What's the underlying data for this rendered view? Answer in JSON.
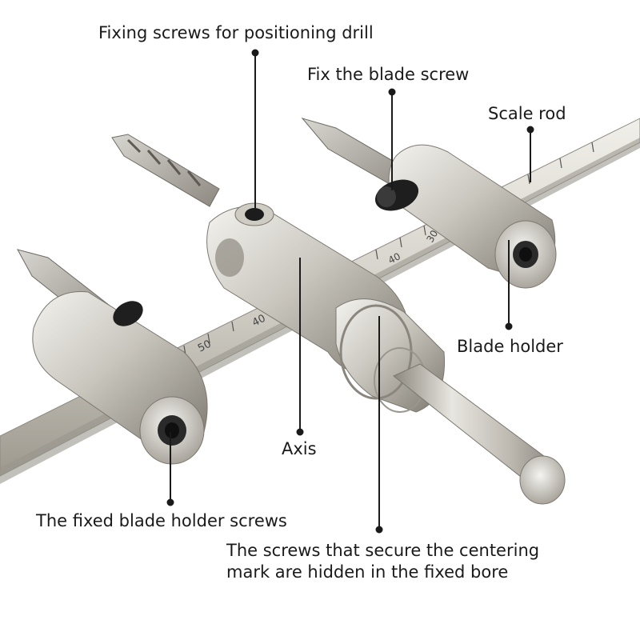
{
  "callouts": {
    "drill_screws": "Fixing screws for positioning drill",
    "fix_blade_screw": "Fix the blade screw",
    "scale_rod": "Scale rod",
    "blade_holder": "Blade holder",
    "axis": "Axis",
    "fixed_holder_screws": "The fixed blade holder screws",
    "centering_line1": "The screws that secure the centering",
    "centering_line2": "mark are hidden in the fixed bore"
  },
  "scale_marks": {
    "rod_front_40": "40",
    "rod_front_50": "50",
    "rod_center_40": "40",
    "rod_center_30": "30"
  },
  "colors": {
    "background": "#ffffff",
    "text": "#1a1a1a",
    "leader": "#1a1a1a",
    "metal_light": "#e4e2dc",
    "metal_mid": "#b9b6ae",
    "metal_dark": "#7f7b73",
    "screw": "#1c1c1c"
  },
  "icons": {
    "tool": "circle-cutter-tool-illustration"
  }
}
